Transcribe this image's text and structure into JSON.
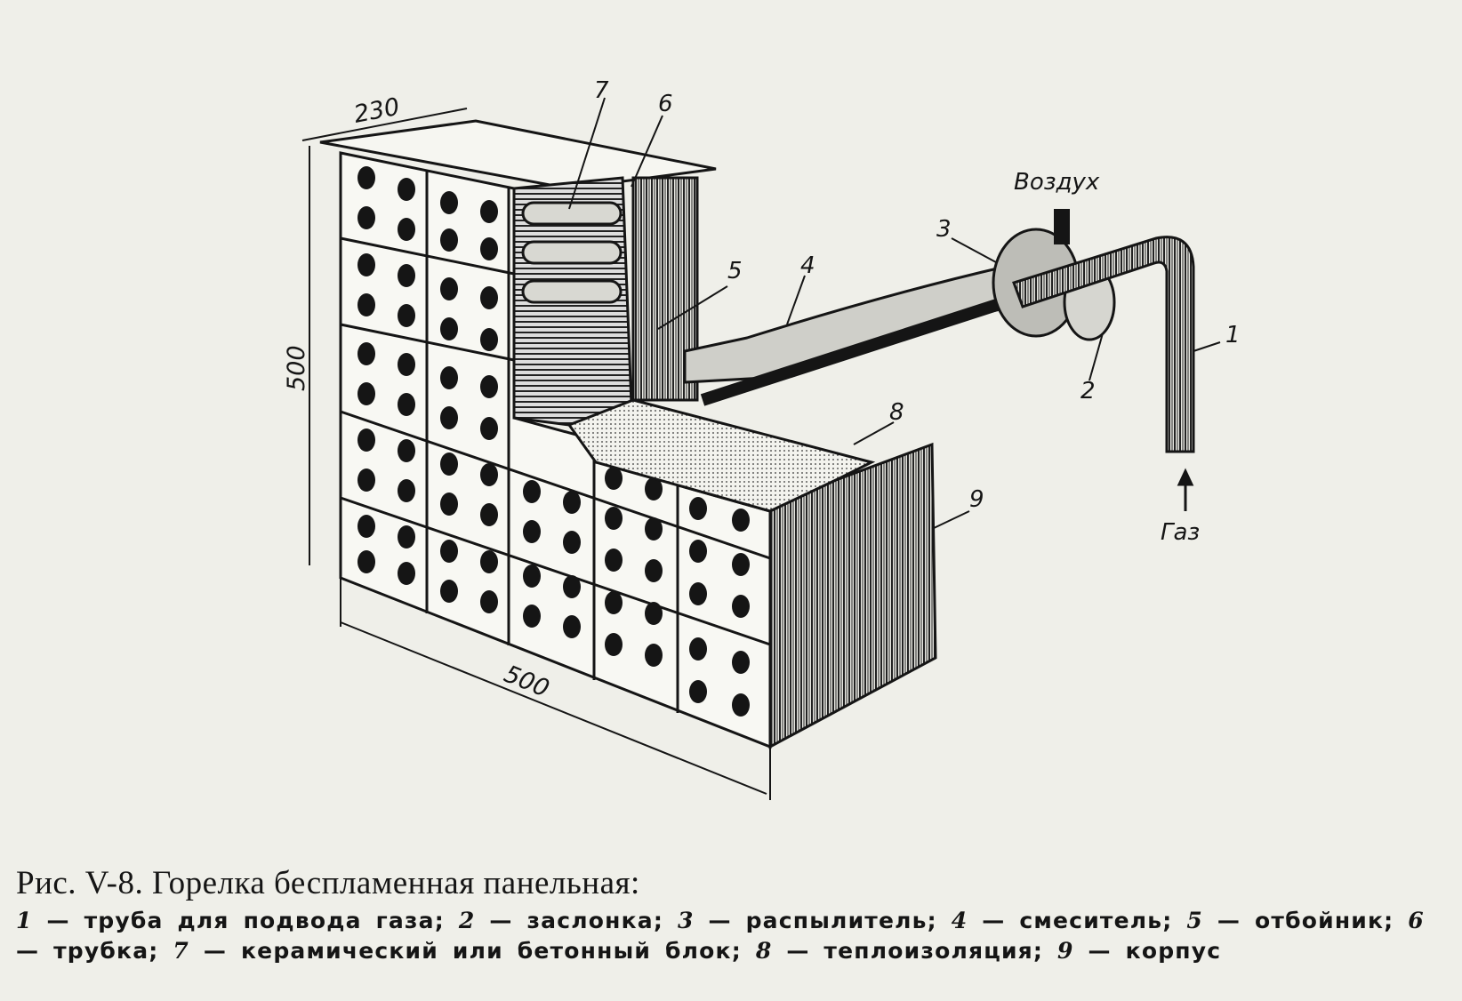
{
  "figure": {
    "dimensions": {
      "depth": "230",
      "height": "500",
      "width": "500"
    },
    "part_numbers": [
      "1",
      "2",
      "3",
      "4",
      "5",
      "6",
      "7",
      "8",
      "9"
    ],
    "flow_labels": {
      "air": "Воздух",
      "gas": "Газ"
    }
  },
  "caption": {
    "title": "Рис. V-8. Горелка беспламенная панельная:",
    "legend": [
      {
        "num": "1",
        "text": "— труба для подвода газа;"
      },
      {
        "num": "2",
        "text": "— заслонка;"
      },
      {
        "num": "3",
        "text": "— распылитель;"
      },
      {
        "num": "4",
        "text": "— смеситель;"
      },
      {
        "num": "5",
        "text": "— отбойник;"
      },
      {
        "num": "6",
        "text": "— трубка;"
      },
      {
        "num": "7",
        "text": "— керамический или бетонный блок;"
      },
      {
        "num": "8",
        "text": "— теплоизоляция;"
      },
      {
        "num": "9",
        "text": "— корпус"
      }
    ]
  }
}
